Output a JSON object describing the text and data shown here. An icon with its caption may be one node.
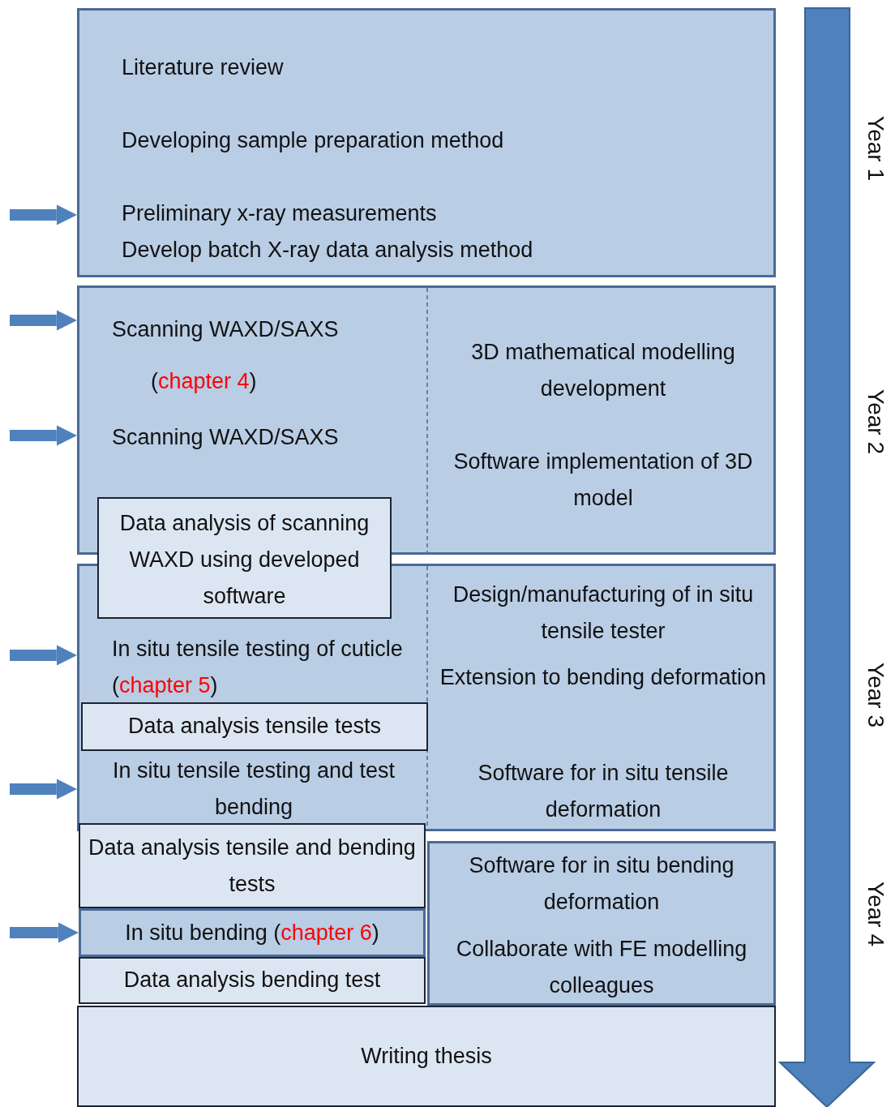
{
  "diagram": {
    "nodes": [
      {
        "text": [
          "Literature review",
          "Developing sample preparation method",
          "Preliminary x-ray measurements",
          "Develop batch X-ray data analysis method"
        ]
      },
      {
        "text": [
          "Scanning WAXD/SAXS",
          "(**chapter 4**)",
          "Scanning WAXD/SAXS",
          "3D mathematical modelling development",
          "Software implementation of 3D model"
        ]
      },
      {
        "text": [
          "Data analysis of scanning WAXD using developed software"
        ]
      },
      {
        "text": [
          "In situ tensile testing of cuticle (**chapter 5**)",
          "Design/manufacturing of in situ tensile tester",
          "Extension to bending deformation",
          "In situ tensile testing and test bending",
          "Software for in situ tensile deformation"
        ]
      },
      {
        "text": [
          "Data analysis tensile tests"
        ],
        "in": 3
      },
      {
        "text": [
          "Data analysis tensile and bending tests"
        ]
      },
      {
        "text": [
          "In situ bending (**chapter 6**)"
        ]
      },
      {
        "text": [
          "Data analysis bending test"
        ]
      },
      {
        "text": [
          "Software for in situ bending deformation",
          "Collaborate with FE modelling colleagues"
        ]
      },
      {
        "text": [
          "Writing thesis"
        ]
      }
    ],
    "edges": [
      {
        "from": null,
        "to": 0,
        "arrow": "to"
      },
      {
        "from": null,
        "to": 1,
        "arrow": "to"
      },
      {
        "from": null,
        "to": 1,
        "arrow": "to"
      },
      {
        "from": null,
        "to": 3,
        "arrow": "to"
      },
      {
        "from": null,
        "to": 3,
        "arrow": "to"
      },
      {
        "from": null,
        "to": 6,
        "arrow": "to"
      }
    ],
    "labels": [
      "Year 1",
      "Year 2",
      "Year 3",
      "Year 4"
    ]
  }
}
